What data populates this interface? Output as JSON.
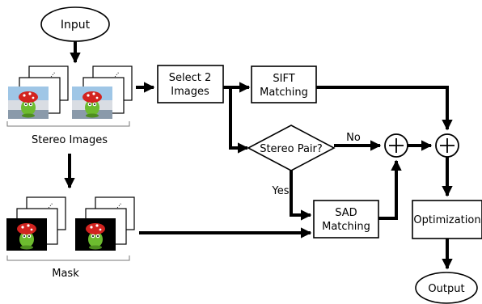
{
  "labels": {
    "input": "Input",
    "stereo_images": "Stereo Images",
    "mask": "Mask",
    "select_line1": "Select 2",
    "select_line2": "Images",
    "sift_line1": "SIFT",
    "sift_line2": "Matching",
    "stereo_pair": "Stereo Pair?",
    "no": "No",
    "yes": "Yes",
    "sad_line1": "SAD",
    "sad_line2": "Matching",
    "optimization": "Optimization",
    "output": "Output",
    "ellipsis": "...",
    "plus": "+"
  },
  "colors": {
    "stroke": "#000000",
    "photo_sky": "#9fc6e6",
    "photo_table": "#d9dde3",
    "mask_bg": "#000000",
    "frog_body": "#6dbb2f",
    "frog_hat": "#d3231f",
    "hat_dots": "#ffffff"
  },
  "icons": {
    "photo": "frog-toy-photo-icon",
    "mask": "frog-toy-mask-icon",
    "combine": "circled-plus-icon"
  }
}
